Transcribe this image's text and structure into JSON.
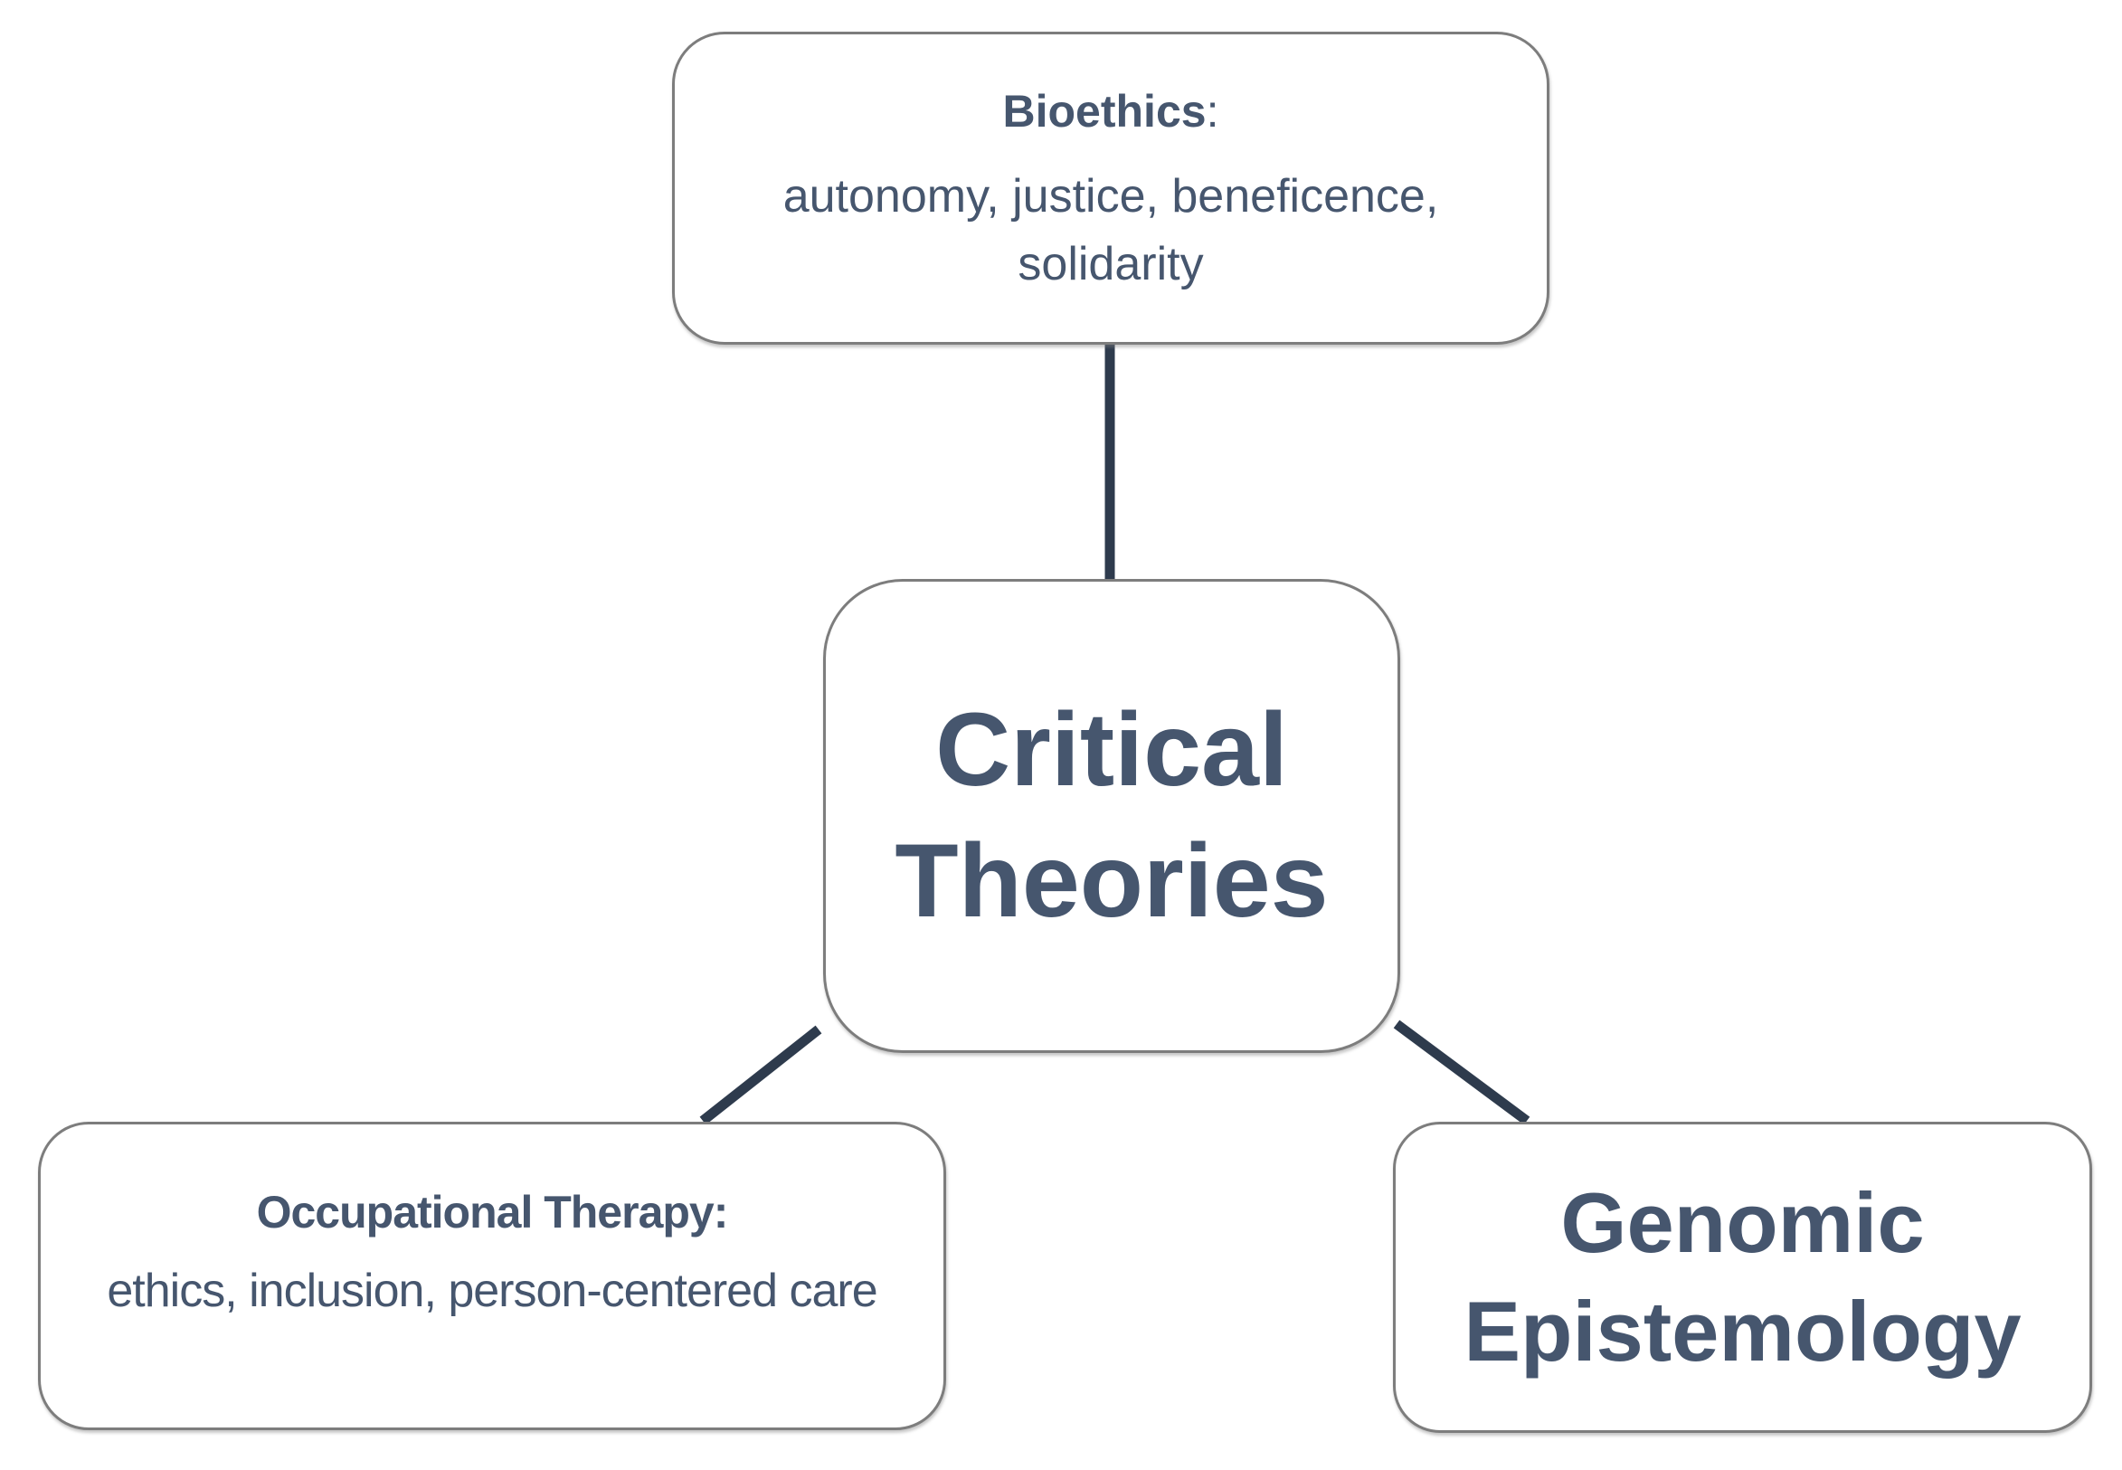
{
  "nodes": {
    "bioethics": {
      "title": "Bioethics",
      "colon": ":",
      "body": "autonomy, justice, beneficence, solidarity"
    },
    "critical_theories": {
      "title": "Critical Theories"
    },
    "occupational_therapy": {
      "title": "Occupational Therapy:",
      "body": "ethics, inclusion, person-centered care"
    },
    "genomic_epistemology": {
      "title": "Genomic Epistemology"
    }
  },
  "colors": {
    "text": "#46566E",
    "connector": "#2E3B4D",
    "border": "#7D7D7D",
    "background": "#FFFFFF"
  }
}
